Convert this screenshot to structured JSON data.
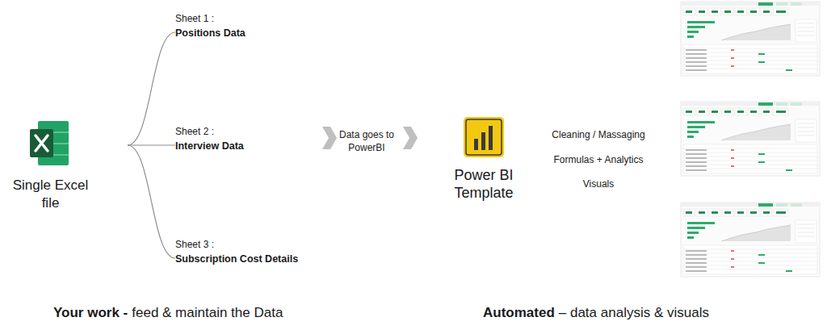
{
  "diagram": {
    "nodes": [
      {
        "text": [
          "Single Excel file"
        ]
      },
      {
        "text": [
          "Sheet 1 :",
          "Positions Data"
        ]
      },
      {
        "text": [
          "Sheet 2 :",
          "Interview Data"
        ]
      },
      {
        "text": [
          "Sheet 3 :",
          "Subscription Cost Details"
        ]
      },
      {
        "text": [
          "Power BI Template"
        ]
      }
    ],
    "edges": [
      {
        "from": 0,
        "to": 1,
        "arrow": "none"
      },
      {
        "from": 0,
        "to": 2,
        "arrow": "none"
      },
      {
        "from": 0,
        "to": 3,
        "arrow": "none"
      }
    ],
    "labels": [
      "Data goes to PowerBI",
      "Cleaning / Massaging",
      "Formulas + Analytics",
      "Visuals",
      "Your work -",
      "feed & maintain the Data",
      "Automated",
      "– data analysis & visuals"
    ]
  }
}
